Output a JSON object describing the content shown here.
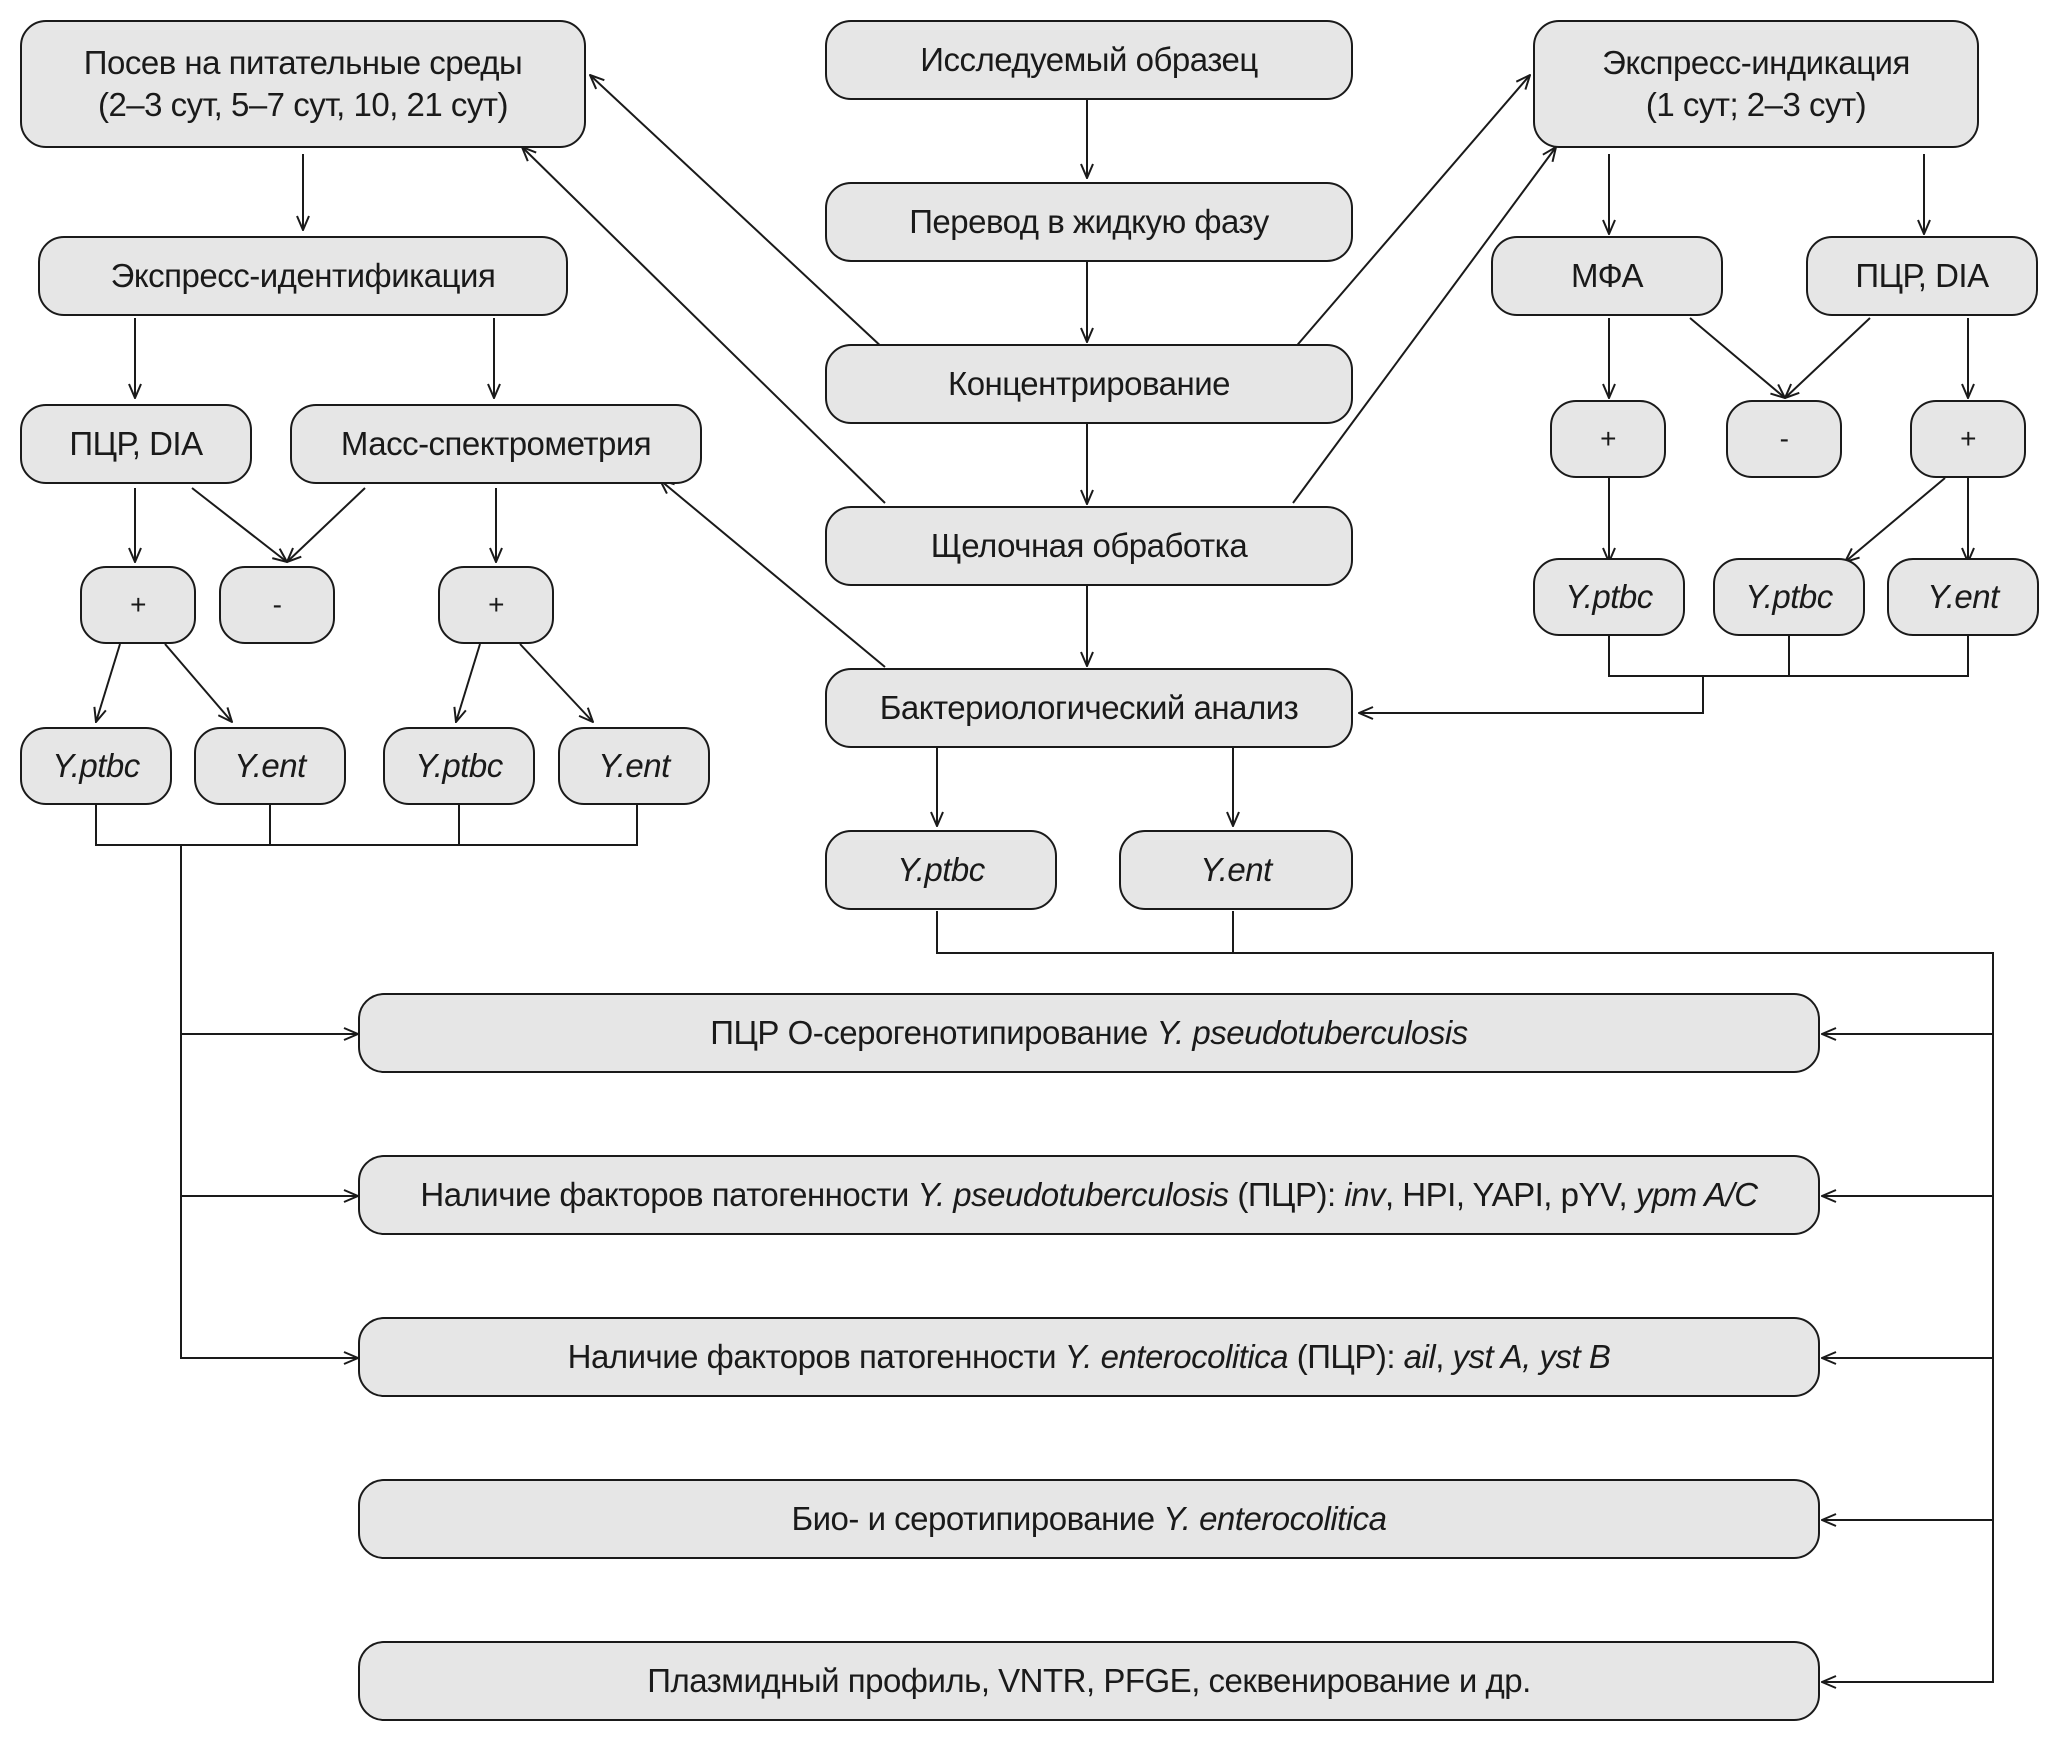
{
  "diagram": {
    "center": {
      "sample": "Исследуемый образец",
      "liquid_phase": "Перевод в жидкую фазу",
      "concentration": "Концентрирование",
      "alkaline": "Щелочная обработка",
      "bacteriological": "Бактериологический анализ",
      "ptbc": "Y.ptbc",
      "ent": "Y.ent"
    },
    "left": {
      "culture_line1": "Посев на питательные среды",
      "culture_line2": "(2–3 сут, 5–7 сут, 10, 21 сут)",
      "express_id": "Экспресс-идентификация",
      "pcr_dia": "ПЦР, DIA",
      "mass_spec": "Масс-спектрометрия",
      "plus1": "+",
      "minus": "-",
      "plus2": "+",
      "ptbc1": "Y.ptbc",
      "ent1": "Y.ent",
      "ptbc2": "Y.ptbc",
      "ent2": "Y.ent"
    },
    "right": {
      "express_ind_line1": "Экспресс-индикация",
      "express_ind_line2": "(1 сут; 2–3 сут)",
      "mfa": "МФА",
      "pcr_dia": "ПЦР, DIA",
      "plus1": "+",
      "minus": "-",
      "plus2": "+",
      "ptbc1": "Y.ptbc",
      "ptbc2": "Y.ptbc",
      "ent": "Y.ent"
    },
    "bottom": {
      "serogenotyping": {
        "prefix": "ПЦР О-серогенотипирование ",
        "species": "Y. pseudotuberculosis"
      },
      "pathogenicity_ptbc": {
        "prefix": "Наличие факторов патогенности ",
        "species": "Y. pseudotuberculosis",
        "middle": " (ПЦР): ",
        "gene1": "inv",
        "genes_plain": ", HPI, YAPI, pYV, ",
        "gene2": "ypm A/C"
      },
      "pathogenicity_ent": {
        "prefix": "Наличие факторов патогенности ",
        "species": "Y. enterocolitica",
        "middle": " (ПЦР): ",
        "gene1": "ail",
        "sep": ", ",
        "gene2": "yst A, yst B"
      },
      "biotyping": {
        "prefix": "Био- и серотипирование ",
        "species": "Y. enterocolitica"
      },
      "plasmid": "Плазмидный профиль, VNTR, PFGE, секвенирование и др."
    }
  }
}
